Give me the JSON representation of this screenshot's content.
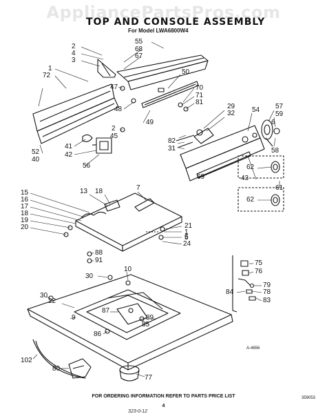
{
  "watermark": "AppliancePartsPros.com",
  "title": "TOP AND CONSOLE ASSEMBLY",
  "subtitle": "For Model LWA6800W4",
  "footer": "FOR ORDERING INFORMATION REFER TO PARTS PRICE LIST",
  "footer_page": "4",
  "handwritten_ref": "323-0-12",
  "figure_code": "A-4656",
  "corner_code": "359053",
  "callouts": [
    {
      "id": "c55",
      "text": "55"
    },
    {
      "id": "c68",
      "text": "68"
    },
    {
      "id": "c67",
      "text": "67"
    },
    {
      "id": "c2a",
      "text": "2"
    },
    {
      "id": "c4",
      "text": "4"
    },
    {
      "id": "c3",
      "text": "3"
    },
    {
      "id": "c1a",
      "text": "1"
    },
    {
      "id": "c72",
      "text": "72"
    },
    {
      "id": "c47",
      "text": "47"
    },
    {
      "id": "c50",
      "text": "50"
    },
    {
      "id": "c70",
      "text": "70"
    },
    {
      "id": "c71",
      "text": "71"
    },
    {
      "id": "c81",
      "text": "81"
    },
    {
      "id": "c48",
      "text": "48"
    },
    {
      "id": "c49",
      "text": "49"
    },
    {
      "id": "c2b",
      "text": "2"
    },
    {
      "id": "c45",
      "text": "45"
    },
    {
      "id": "c29",
      "text": "29"
    },
    {
      "id": "c32",
      "text": "32"
    },
    {
      "id": "c54",
      "text": "54"
    },
    {
      "id": "c57",
      "text": "57"
    },
    {
      "id": "c59",
      "text": "59"
    },
    {
      "id": "c6a",
      "text": "6"
    },
    {
      "id": "c82",
      "text": "82"
    },
    {
      "id": "c31",
      "text": "31"
    },
    {
      "id": "c58",
      "text": "58"
    },
    {
      "id": "c41",
      "text": "41"
    },
    {
      "id": "c42",
      "text": "42"
    },
    {
      "id": "c52",
      "text": "52"
    },
    {
      "id": "c40",
      "text": "40"
    },
    {
      "id": "c56",
      "text": "56"
    },
    {
      "id": "c62a",
      "text": "62"
    },
    {
      "id": "c69",
      "text": "69"
    },
    {
      "id": "c43",
      "text": "43"
    },
    {
      "id": "c61",
      "text": "61"
    },
    {
      "id": "c62b",
      "text": "62"
    },
    {
      "id": "c15",
      "text": "15"
    },
    {
      "id": "c16",
      "text": "16"
    },
    {
      "id": "c17",
      "text": "17"
    },
    {
      "id": "c18a",
      "text": "18"
    },
    {
      "id": "c19",
      "text": "19"
    },
    {
      "id": "c20",
      "text": "20"
    },
    {
      "id": "c13",
      "text": "13"
    },
    {
      "id": "c18b",
      "text": "18"
    },
    {
      "id": "c7",
      "text": "7"
    },
    {
      "id": "c21",
      "text": "21"
    },
    {
      "id": "c1b",
      "text": "1"
    },
    {
      "id": "c5",
      "text": "5"
    },
    {
      "id": "c6b",
      "text": "6"
    },
    {
      "id": "c24",
      "text": "24"
    },
    {
      "id": "c88",
      "text": "88"
    },
    {
      "id": "c91",
      "text": "91"
    },
    {
      "id": "c10",
      "text": "10"
    },
    {
      "id": "c30a",
      "text": "30"
    },
    {
      "id": "c75",
      "text": "75"
    },
    {
      "id": "c76",
      "text": "76"
    },
    {
      "id": "c79",
      "text": "79"
    },
    {
      "id": "c84",
      "text": "84"
    },
    {
      "id": "c78",
      "text": "78"
    },
    {
      "id": "c83",
      "text": "83"
    },
    {
      "id": "c30b",
      "text": "30"
    },
    {
      "id": "c22",
      "text": "22"
    },
    {
      "id": "c9",
      "text": "9"
    },
    {
      "id": "c87",
      "text": "87"
    },
    {
      "id": "c89",
      "text": "89"
    },
    {
      "id": "c85",
      "text": "85"
    },
    {
      "id": "c86",
      "text": "86"
    },
    {
      "id": "c102",
      "text": "102"
    },
    {
      "id": "c80",
      "text": "80"
    },
    {
      "id": "c77",
      "text": "77"
    }
  ]
}
